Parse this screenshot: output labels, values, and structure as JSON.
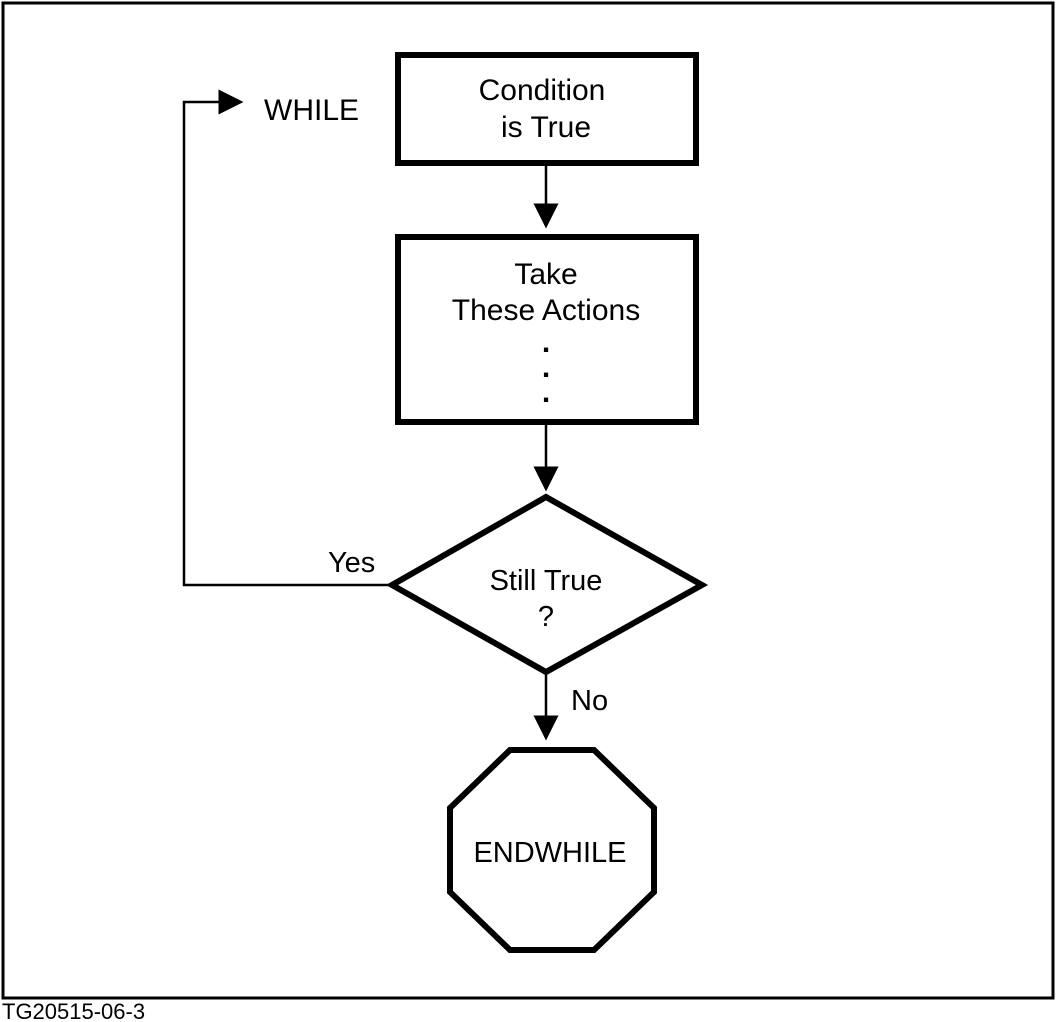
{
  "while_label": "WHILE",
  "condition_box": {
    "line1": "Condition",
    "line2": "is True"
  },
  "action_box": {
    "line1": "Take",
    "line2": "These Actions",
    "dot1": ".",
    "dot2": ".",
    "dot3": "."
  },
  "decision": {
    "line1": "Still True",
    "line2": "?"
  },
  "yes_label": "Yes",
  "no_label": "No",
  "end_label": "ENDWHILE",
  "figure_id": "TG20515-06-3"
}
